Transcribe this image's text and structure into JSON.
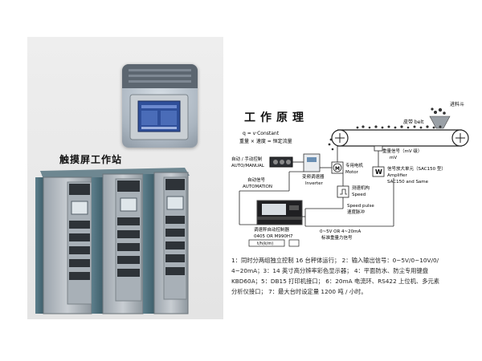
{
  "left_panel": {
    "title": "触摸屏工作站"
  },
  "diagram": {
    "title": "工作原理",
    "equation_1": "q = v·Constant",
    "equation_2": "重量 × 速度 = 恒定流量",
    "hopper_label": "进料斗",
    "belt_label": "皮带 belt",
    "weight_signal": "重量信号（mV 级）",
    "weight_signal_2": "mV",
    "amplifier_cn": "信号放大单元（SAC150 型）",
    "amplifier_en": "Amplifier",
    "amplifier_en2": "SAC150 and Same",
    "auto_manual_cn": "自动 / 手动控制",
    "auto_manual_en": "AUTO/MANUAL",
    "auto_signal_cn": "自动信号",
    "auto_signal_en": "AUTOMATION",
    "inverter_cn": "变频调速器",
    "inverter_en": "Inverter",
    "motor_cn": "专用电机",
    "motor_en": "Motor",
    "speed_cn": "测速机构",
    "speed_en": "Speed",
    "speed_pulse_en": "Speed pulse",
    "speed_pulse_cn": "速度脉冲",
    "controller_cn": "调速秤自动控制器",
    "controller_model": "0405 OR M990H7",
    "unit_box": "t/h(k/m)",
    "signal_out": "0~5V OR 4~20mA",
    "signal_out_2": "标准重量力信号"
  },
  "notes": [
    "1：同时分两组独立控制 16 台秤体运行；  2：输入输出信号：0~5V/0~10V/0/",
    "4~20mA；3：14 英寸高分辨率彩色显示器；  4：平面防水、防尘专用键盘",
    "KBD60A；5：DB15 打印机接口；  6：20mA 电流环、RS422 上位机、多元素",
    "分析仪接口；  7：最大台时设定量 1200 吨 / 小时。"
  ]
}
